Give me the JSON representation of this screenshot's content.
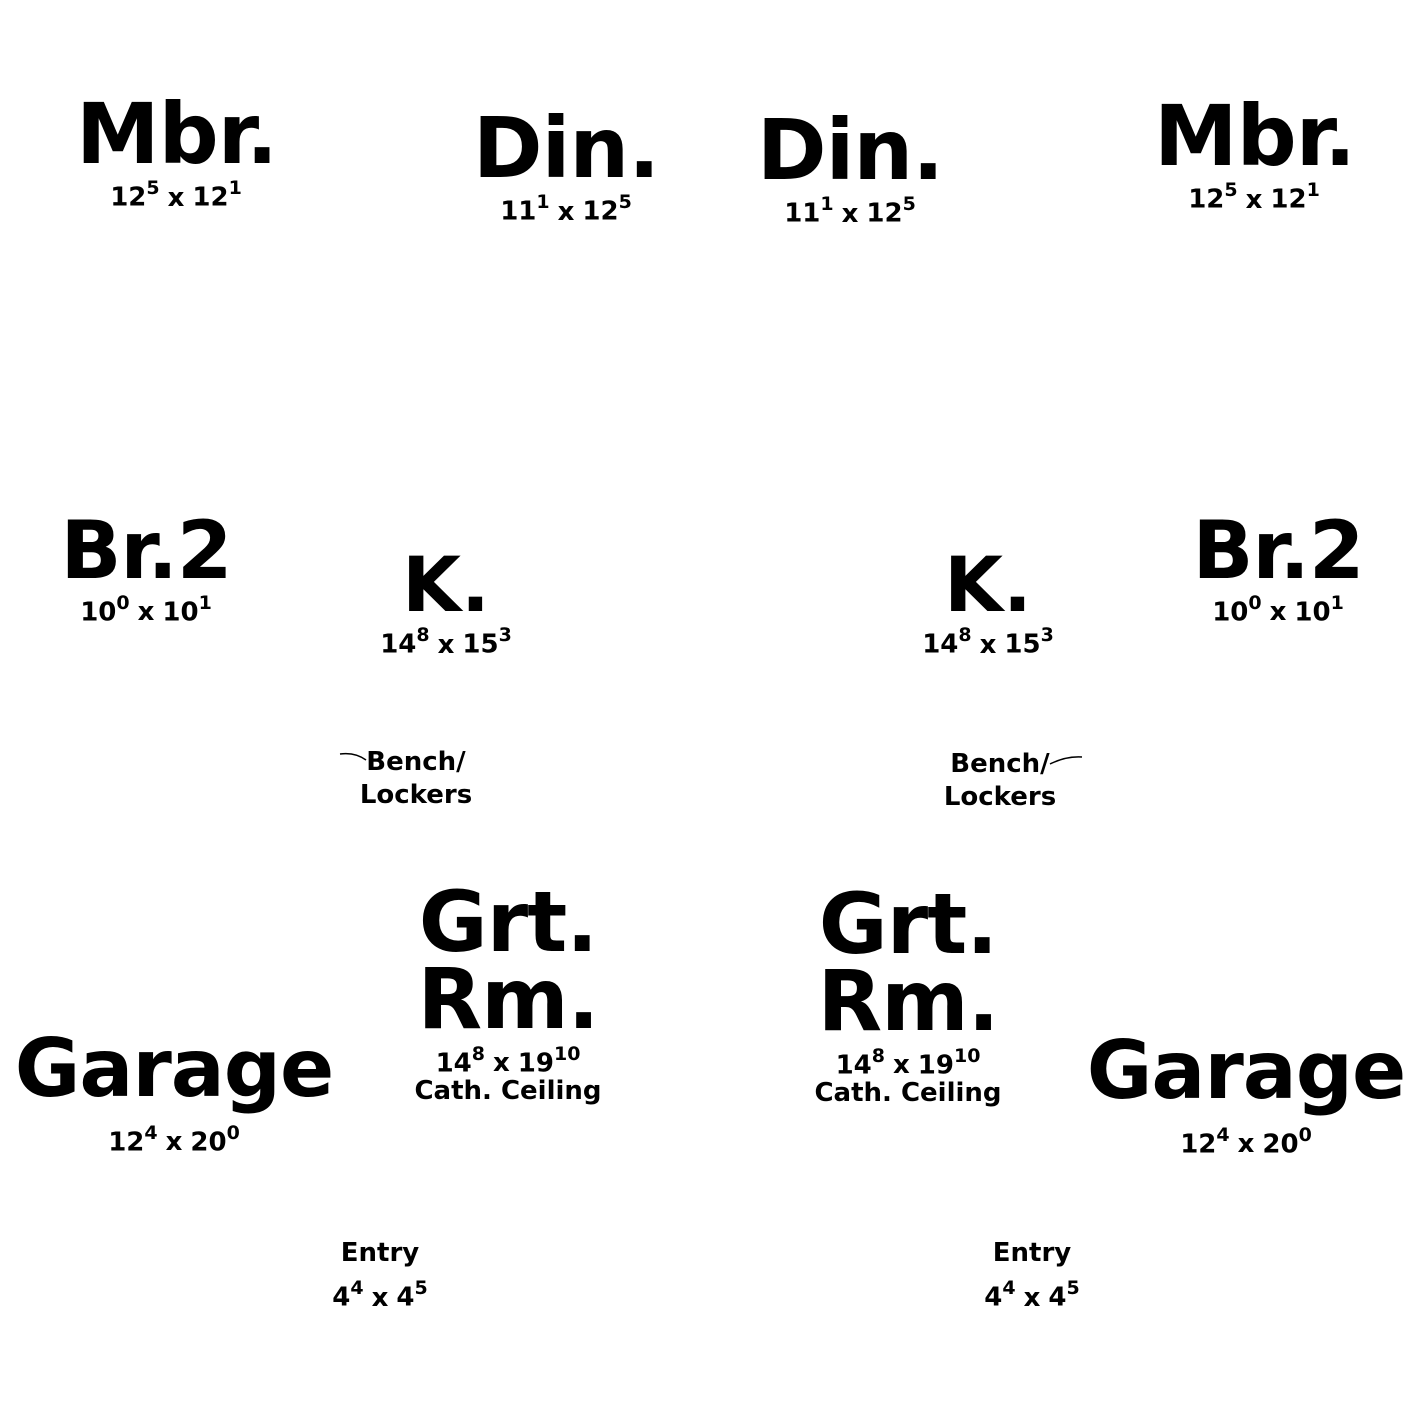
{
  "rooms": {
    "mbr_left": {
      "name": "Mbr.",
      "w": "12",
      "w_in": "5",
      "d": "12",
      "d_in": "1"
    },
    "din_left": {
      "name": "Din.",
      "w": "11",
      "w_in": "1",
      "d": "12",
      "d_in": "5"
    },
    "din_right": {
      "name": "Din.",
      "w": "11",
      "w_in": "1",
      "d": "12",
      "d_in": "5"
    },
    "mbr_right": {
      "name": "Mbr.",
      "w": "12",
      "w_in": "5",
      "d": "12",
      "d_in": "1"
    },
    "br2_left": {
      "name": "Br.2",
      "w": "10",
      "w_in": "0",
      "d": "10",
      "d_in": "1"
    },
    "k_left": {
      "name": "K.",
      "w": "14",
      "w_in": "8",
      "d": "15",
      "d_in": "3"
    },
    "k_right": {
      "name": "K.",
      "w": "14",
      "w_in": "8",
      "d": "15",
      "d_in": "3"
    },
    "br2_right": {
      "name": "Br.2",
      "w": "10",
      "w_in": "0",
      "d": "10",
      "d_in": "1"
    },
    "grt_left": {
      "name_line1": "Grt.",
      "name_line2": "Rm.",
      "w": "14",
      "w_in": "8",
      "d": "19",
      "d_in": "10",
      "note": "Cath. Ceiling"
    },
    "grt_right": {
      "name_line1": "Grt.",
      "name_line2": "Rm.",
      "w": "14",
      "w_in": "8",
      "d": "19",
      "d_in": "10",
      "note": "Cath. Ceiling"
    },
    "garage_left": {
      "name": "Garage",
      "w": "12",
      "w_in": "4",
      "d": "20",
      "d_in": "0"
    },
    "garage_right": {
      "name": "Garage",
      "w": "12",
      "w_in": "4",
      "d": "20",
      "d_in": "0"
    },
    "entry_left": {
      "name": "Entry",
      "w": "4",
      "w_in": "4",
      "d": "4",
      "d_in": "5"
    },
    "entry_right": {
      "name": "Entry",
      "w": "4",
      "w_in": "4",
      "d": "4",
      "d_in": "5"
    }
  },
  "labels": {
    "bench_left": {
      "line1": "Bench/",
      "line2": "Lockers"
    },
    "bench_right": {
      "line1": "Bench/",
      "line2": "Lockers"
    }
  },
  "dim_separator": "x"
}
